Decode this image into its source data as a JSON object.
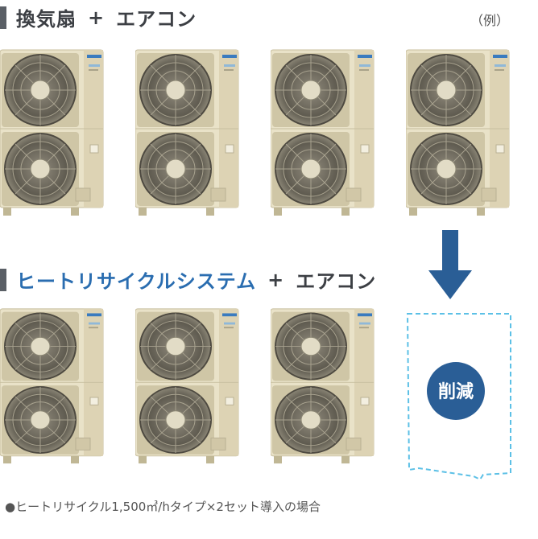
{
  "heading_top": {
    "title": "換気扇",
    "plus": "+",
    "suffix": "エアコン"
  },
  "heading_bottom": {
    "title": "ヒートリサイクルシステム",
    "plus": "+",
    "suffix": "エアコン"
  },
  "example_label": "（例）",
  "reduced_label": "削減",
  "footnote": "●ヒートリサイクル1,500㎥/hタイプ×2セット導入の場合",
  "colors": {
    "heading_bar": "#5a5f66",
    "accent_blue": "#2a6db0",
    "reduced_circle": "#2a5e96",
    "dashed_outline": "#5cc0e6",
    "unit_body": "#e9e2c8",
    "unit_panel": "#ddd3b4",
    "fan_dark": "#6e6a5f"
  }
}
